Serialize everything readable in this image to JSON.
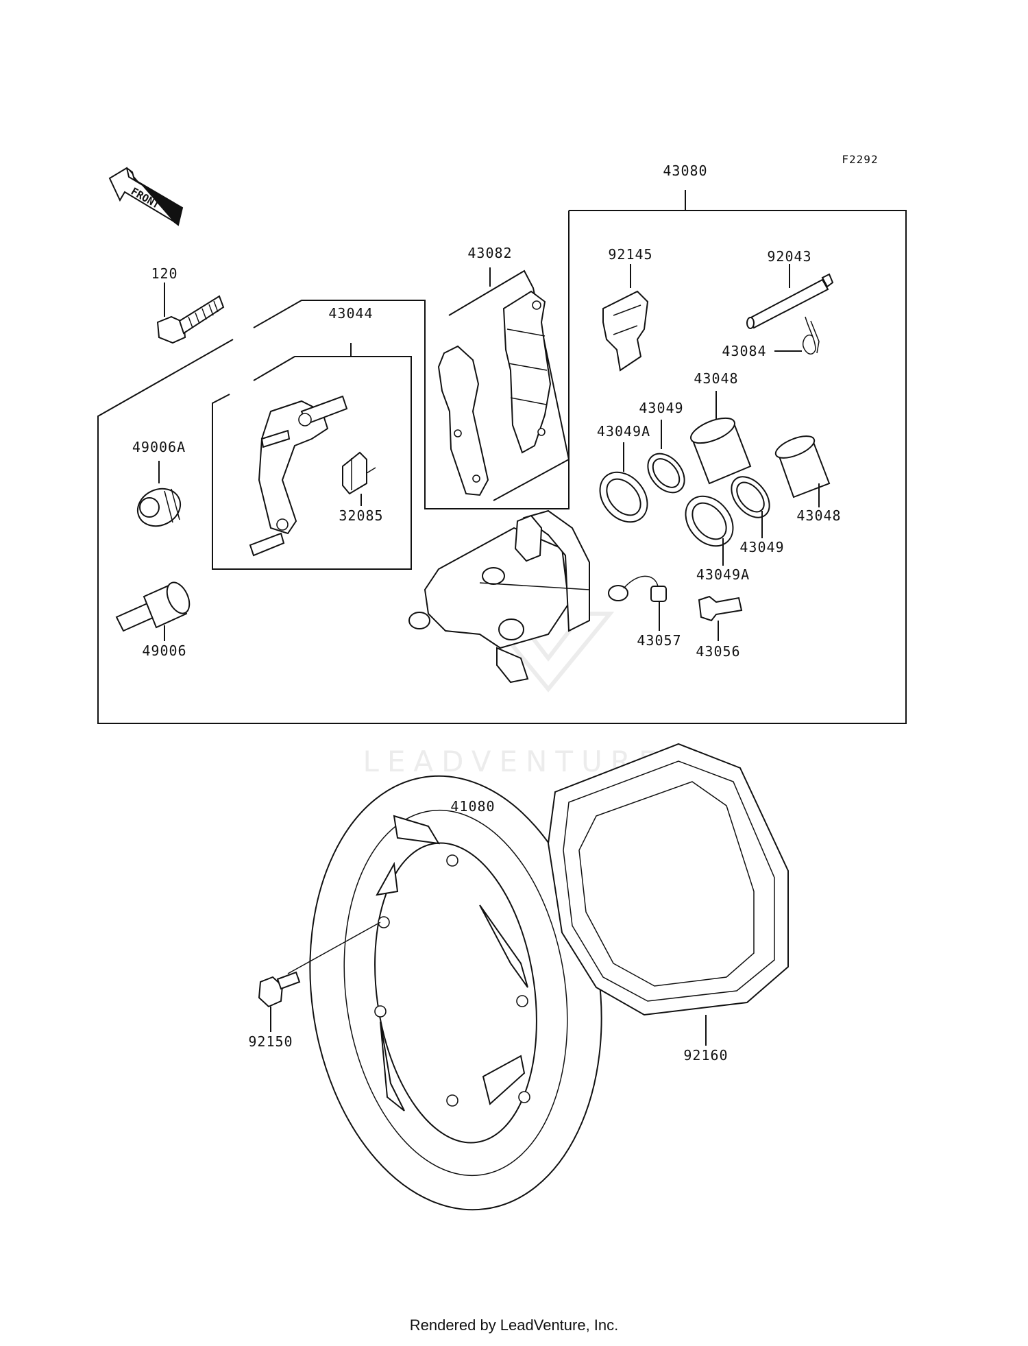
{
  "diagram_code": "F2292",
  "front_marker": "FRONT",
  "watermark": "LEADVENTURE",
  "footer": "Rendered by LeadVenture, Inc.",
  "parts": {
    "p120": "120",
    "p43044": "43044",
    "p43082": "43082",
    "p43080": "43080",
    "p92145": "92145",
    "p92043": "92043",
    "p43084": "43084",
    "p43048_top": "43048",
    "p43049_top": "43049",
    "p43049A_top": "43049A",
    "p49006A": "49006A",
    "p32085": "32085",
    "p43048_right": "43048",
    "p43049_right": "43049",
    "p43049A_bottom": "43049A",
    "p49006": "49006",
    "p43057": "43057",
    "p43056": "43056",
    "p41080": "41080",
    "p92150": "92150",
    "p92160": "92160"
  }
}
